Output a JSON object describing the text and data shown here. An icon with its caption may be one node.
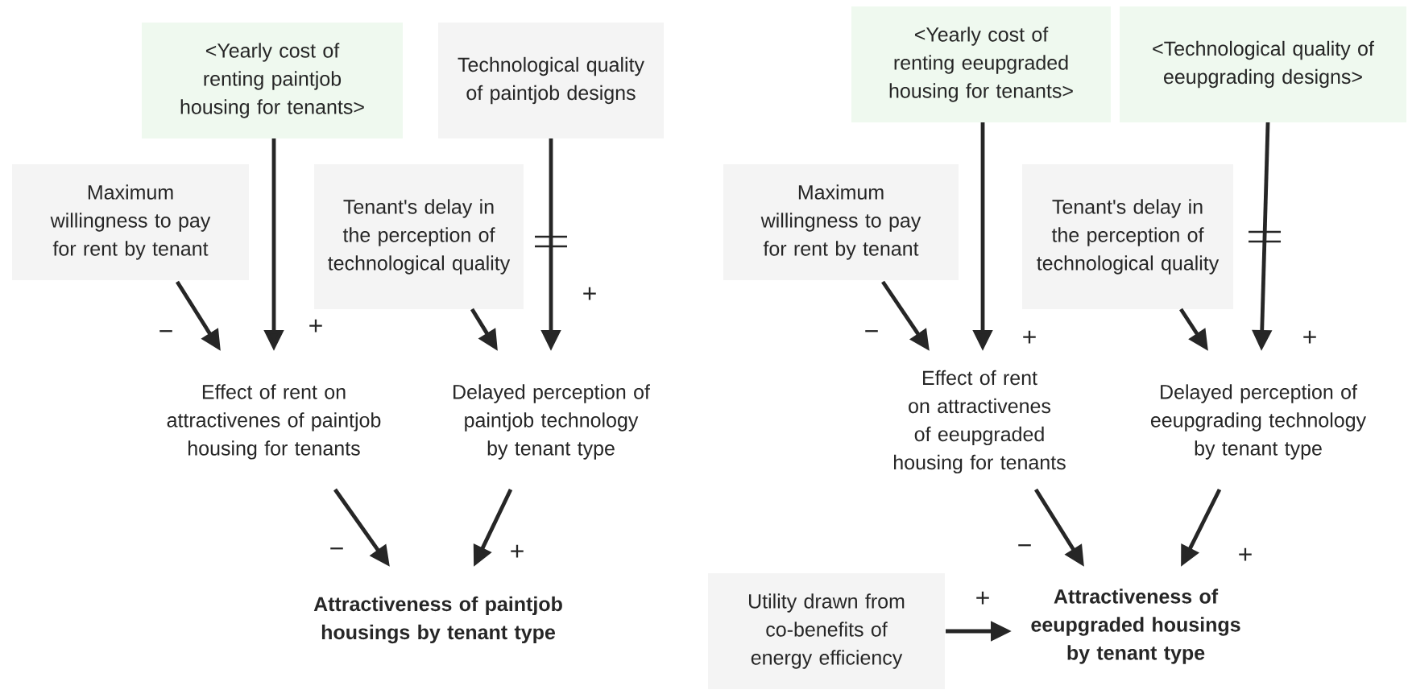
{
  "diagram": {
    "nodes": [
      {
        "text": [
          "<Yearly cost of renting paintjob housing for tenants>"
        ]
      },
      {
        "text": [
          "Technological quality of paintjob designs"
        ]
      },
      {
        "text": [
          "Maximum willingness to pay for rent by tenant"
        ]
      },
      {
        "text": [
          "Tenant's delay in the perception of technological quality"
        ]
      },
      {
        "text": [
          "Effect of rent on attractivenes of paintjob housing for tenants"
        ]
      },
      {
        "text": [
          "Delayed perception of paintjob technology by tenant type"
        ]
      },
      {
        "text": [
          "Attractiveness of paintjob housings by tenant type"
        ]
      },
      {
        "text": [
          "<Yearly cost of renting eeupgraded housing for tenants>"
        ]
      },
      {
        "text": [
          "<Technological quality of eeupgrading designs>"
        ]
      },
      {
        "text": [
          "Maximum willingness to pay for rent by tenant"
        ]
      },
      {
        "text": [
          "Tenant's delay in the perception of technological quality"
        ]
      },
      {
        "text": [
          "Effect of rent on attractivenes of eeupgraded housing for tenants"
        ]
      },
      {
        "text": [
          "Delayed perception of eeupgrading technology by tenant type"
        ]
      },
      {
        "text": [
          "Utility drawn from co-benefits of energy efficiency"
        ]
      },
      {
        "text": [
          "Attractiveness of eeupgraded housings by tenant type"
        ]
      }
    ],
    "edges": [
      {
        "from": 2,
        "to": 4,
        "arrow": "to",
        "label": "−"
      },
      {
        "from": 0,
        "to": 4,
        "arrow": "to",
        "label": "+"
      },
      {
        "from": 3,
        "to": 5,
        "arrow": "to"
      },
      {
        "from": 1,
        "to": 5,
        "arrow": "to",
        "label": "+"
      },
      {
        "from": 4,
        "to": 6,
        "arrow": "to",
        "label": "−"
      },
      {
        "from": 5,
        "to": 6,
        "arrow": "to",
        "label": "+"
      },
      {
        "from": 9,
        "to": 11,
        "arrow": "to",
        "label": "−"
      },
      {
        "from": 7,
        "to": 11,
        "arrow": "to",
        "label": "+"
      },
      {
        "from": 10,
        "to": 12,
        "arrow": "to"
      },
      {
        "from": 8,
        "to": 12,
        "arrow": "to",
        "label": "+"
      },
      {
        "from": 11,
        "to": 14,
        "arrow": "to",
        "label": "−"
      },
      {
        "from": 12,
        "to": 14,
        "arrow": "to",
        "label": "+"
      },
      {
        "from": 13,
        "to": 14,
        "arrow": "to",
        "label": "+"
      }
    ]
  }
}
